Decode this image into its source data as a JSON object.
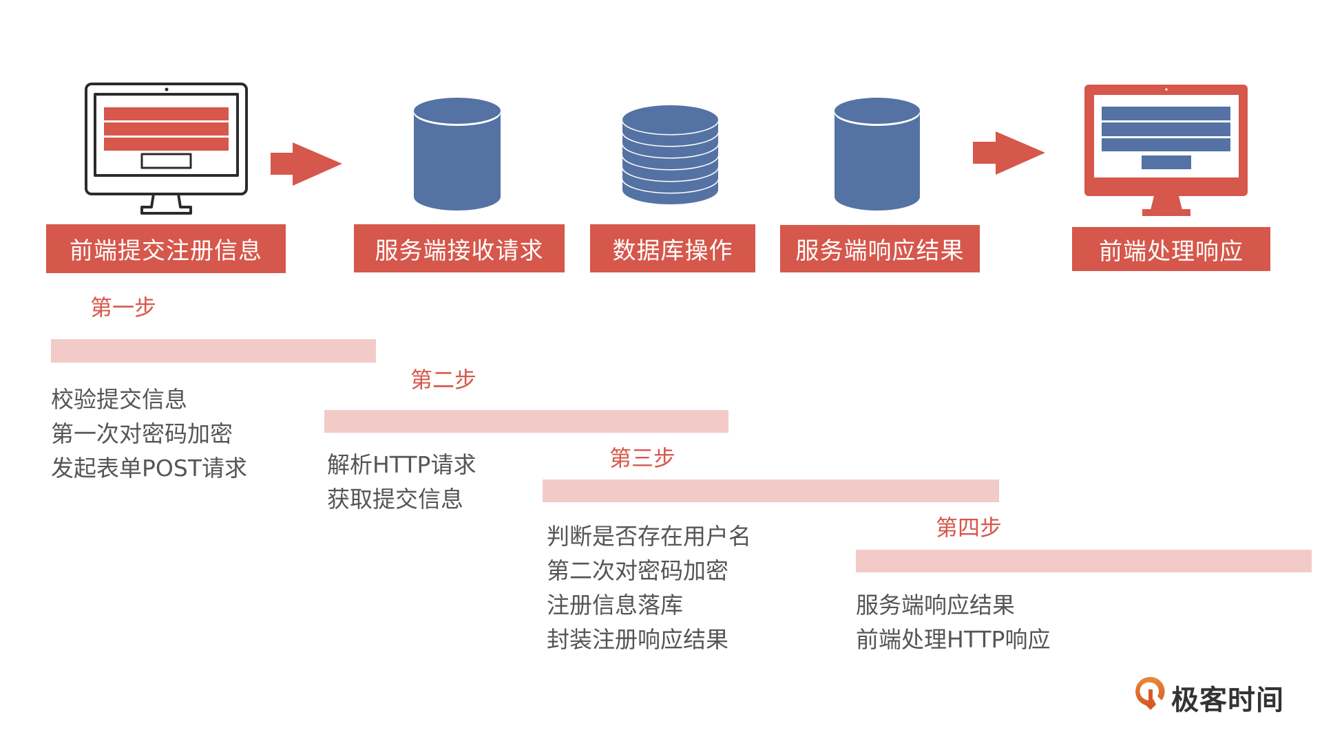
{
  "colors": {
    "accent_red": "#d6574b",
    "db_blue": "#5473a4",
    "bar_pink": "#f2cbc8",
    "text_gray": "#555555",
    "logo_orange": "#e07a2e"
  },
  "flow": {
    "nodes": [
      {
        "id": "frontend-submit",
        "icon": "monitor-outline-icon",
        "label": "前端提交注册信息"
      },
      {
        "id": "server-receive",
        "icon": "database-cylinder-icon",
        "label": "服务端接收请求"
      },
      {
        "id": "db-operation",
        "icon": "database-stack-icon",
        "label": "数据库操作"
      },
      {
        "id": "server-respond",
        "icon": "database-cylinder-icon",
        "label": "服务端响应结果"
      },
      {
        "id": "frontend-handle",
        "icon": "monitor-filled-icon",
        "label": "前端处理响应"
      }
    ],
    "arrows": [
      "arrow-right-icon",
      "arrow-right-icon"
    ]
  },
  "steps": [
    {
      "title": "第一步",
      "lines": [
        "校验提交信息",
        "第一次对密码加密",
        "发起表单POST请求"
      ]
    },
    {
      "title": "第二步",
      "lines": [
        "解析HTTP请求",
        "获取提交信息"
      ]
    },
    {
      "title": "第三步",
      "lines": [
        "判断是否存在用户名",
        "第二次对密码加密",
        "注册信息落库",
        "封装注册响应结果"
      ]
    },
    {
      "title": "第四步",
      "lines": [
        "服务端响应结果",
        "前端处理HTTP响应"
      ]
    }
  ],
  "logo": {
    "icon": "geektime-logo-icon",
    "text": "极客时间"
  }
}
